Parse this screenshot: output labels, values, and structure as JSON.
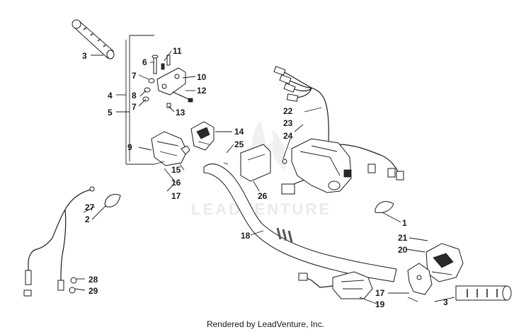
{
  "watermark": "LEADVENTURE",
  "footer": "Rendered by LeadVenture, Inc.",
  "callouts": [
    "3",
    "11",
    "6",
    "7",
    "10",
    "8",
    "4",
    "5",
    "7",
    "12",
    "13",
    "14",
    "25",
    "24",
    "23",
    "22",
    "9",
    "15",
    "16",
    "17",
    "26",
    "27",
    "2",
    "1",
    "21",
    "20",
    "18",
    "28",
    "29",
    "17",
    "19",
    "3"
  ]
}
